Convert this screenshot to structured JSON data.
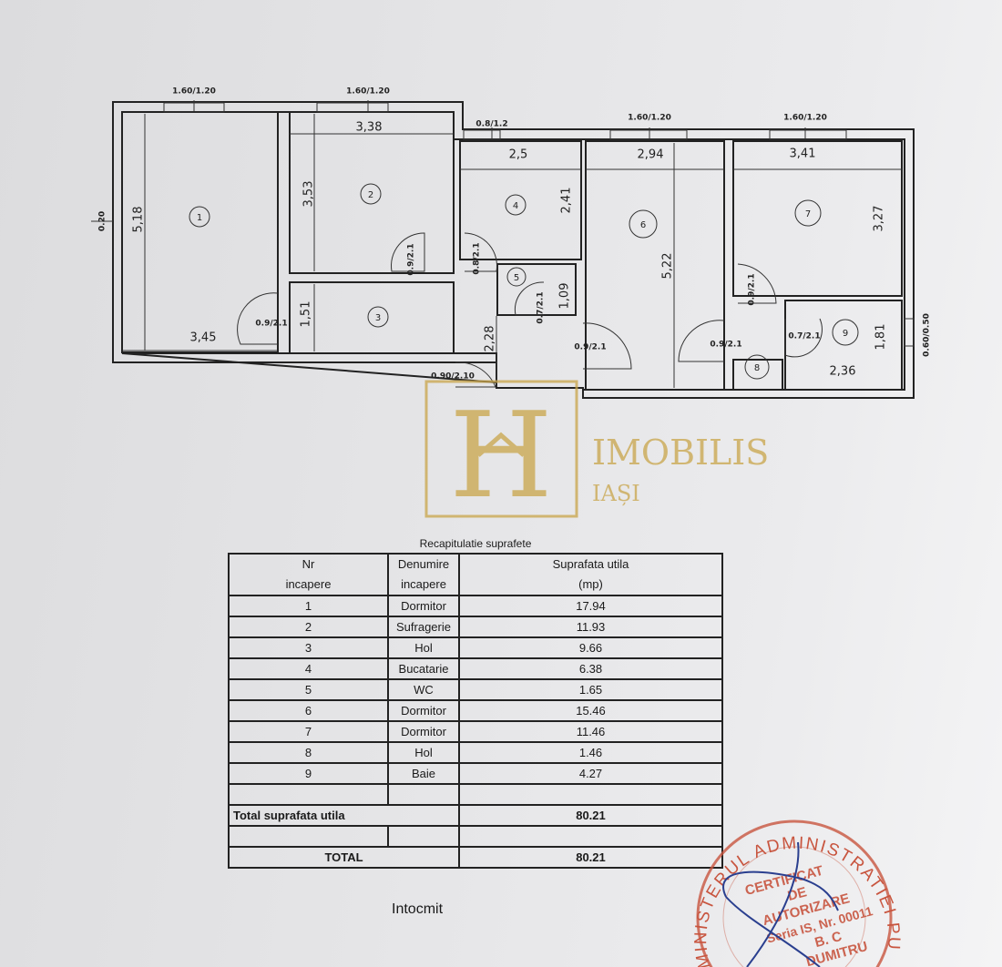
{
  "plan": {
    "windows": [
      "1.60/1.20",
      "1.60/1.20",
      "0.8/1.2",
      "1.60/1.20",
      "1.60/1.20",
      "0.60/0.50"
    ],
    "wall_thickness": "0.20",
    "dimensions": [
      "5,18",
      "3,38",
      "3,53",
      "2,5",
      "2,41",
      "2,94",
      "5,22",
      "3,41",
      "3,27",
      "3,45",
      "1,51",
      "2,28",
      "1,09",
      "1,81",
      "2,36"
    ],
    "doors": [
      "0.9/2.1",
      "0.9/2.1",
      "0.8/2.1",
      "0.7/2.1",
      "0.9/2.1",
      "0.9/2.1",
      "0.9/2.1",
      "0.7/2.1",
      "0.90/2.10"
    ],
    "rooms": [
      "1",
      "2",
      "3",
      "4",
      "5",
      "6",
      "7",
      "8",
      "9"
    ]
  },
  "watermark": {
    "letter": "H",
    "brand": "IMOBILIS",
    "city": "IAȘI",
    "color": "#c9a54a"
  },
  "table": {
    "title": "Recapitulatie suprafete",
    "headers": {
      "nr": [
        "Nr",
        "incapere"
      ],
      "name": [
        "Denumire",
        "incapere"
      ],
      "area": [
        "Suprafata utila",
        "(mp)"
      ]
    },
    "rows": [
      {
        "nr": "1",
        "name": "Dormitor",
        "area": "17.94"
      },
      {
        "nr": "2",
        "name": "Sufragerie",
        "area": "11.93"
      },
      {
        "nr": "3",
        "name": "Hol",
        "area": "9.66"
      },
      {
        "nr": "4",
        "name": "Bucatarie",
        "area": "6.38"
      },
      {
        "nr": "5",
        "name": "WC",
        "area": "1.65"
      },
      {
        "nr": "6",
        "name": "Dormitor",
        "area": "15.46"
      },
      {
        "nr": "7",
        "name": "Dormitor",
        "area": "11.46"
      },
      {
        "nr": "8",
        "name": "Hol",
        "area": "1.46"
      },
      {
        "nr": "9",
        "name": "Baie",
        "area": "4.27"
      }
    ],
    "total_useful_label": "Total suprafata utila",
    "total_useful": "80.21",
    "total_label": "TOTAL",
    "total": "80.21"
  },
  "footer": {
    "intocmit": "Intocmit"
  },
  "stamp": {
    "ring": "MINISTERUL ADMINISTRATIEI PUBLICE",
    "lines": [
      "CERTIFICAT",
      "DE",
      "AUTORIZARE",
      "Seria IS, Nr. 00011",
      "B. C",
      "DUMITRU"
    ],
    "color": "#c8553f",
    "signature_color": "#2a3f8f"
  }
}
